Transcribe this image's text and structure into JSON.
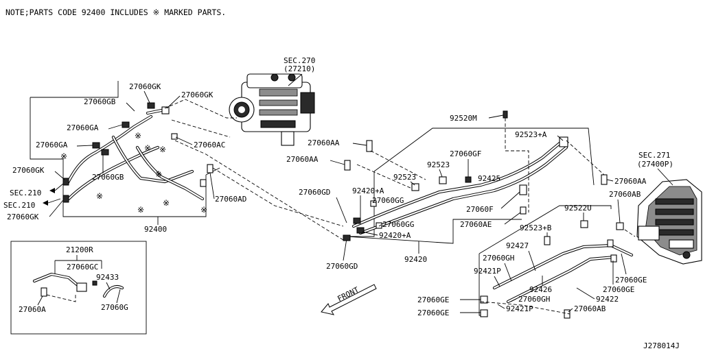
{
  "note": "NOTE;PARTS CODE  92400 INCLUDES ※ MARKED PARTS.",
  "diagram_code": "J278014J",
  "front_label": "FRONT",
  "sections": {
    "sec270": "SEC.270",
    "sec270_ref": "(27210)",
    "sec271": "SEC.271",
    "sec271_ref": "(27400P)",
    "sec210_a": "SEC.210",
    "sec210_b": "SEC.210"
  },
  "labels": {
    "27060GK_top": "27060GK",
    "27060GK_top2": "27060GK",
    "27060GB": "27060GB",
    "27060GA_1": "27060GA",
    "27060GA_2": "27060GA",
    "27060GK_left": "27060GK",
    "27060GB_2": "27060GB",
    "27060GK_bottom": "27060GK",
    "27060AC": "27060AC",
    "27060AD": "27060AD",
    "92400": "92400",
    "92520M": "92520M",
    "92523_A": "92523+A",
    "27060AA_1": "27060AA",
    "27060AA_2": "27060AA",
    "27060GF": "27060GF",
    "92523_1": "92523",
    "92523_2": "92523",
    "92425": "92425",
    "27060GD_1": "27060GD",
    "92420_A_1": "92420+A",
    "27060GG_1": "27060GG",
    "27060F": "27060F",
    "27060AE": "27060AE",
    "27060GG_2": "27060GG",
    "92420_A_2": "92420+A",
    "92420": "92420",
    "27060GD_2": "27060GD",
    "27060AA_3": "27060AA",
    "27060AB_1": "27060AB",
    "92522U": "92522U",
    "92523_B": "92523+B",
    "92427": "92427",
    "27060GH_1": "27060GH",
    "92421P_1": "92421P",
    "92426": "92426",
    "27060GH_2": "27060GH",
    "92422": "92422",
    "27060GE_1": "27060GE",
    "27060GE_2": "27060GE",
    "27060GE_3": "27060GE",
    "27060GE_4": "27060GE",
    "92421P_2": "92421P",
    "27060AB_2": "27060AB",
    "21200R": "21200R",
    "27060GC": "27060GC",
    "92433": "92433",
    "27060A": "27060A",
    "27060G": "27060G"
  }
}
